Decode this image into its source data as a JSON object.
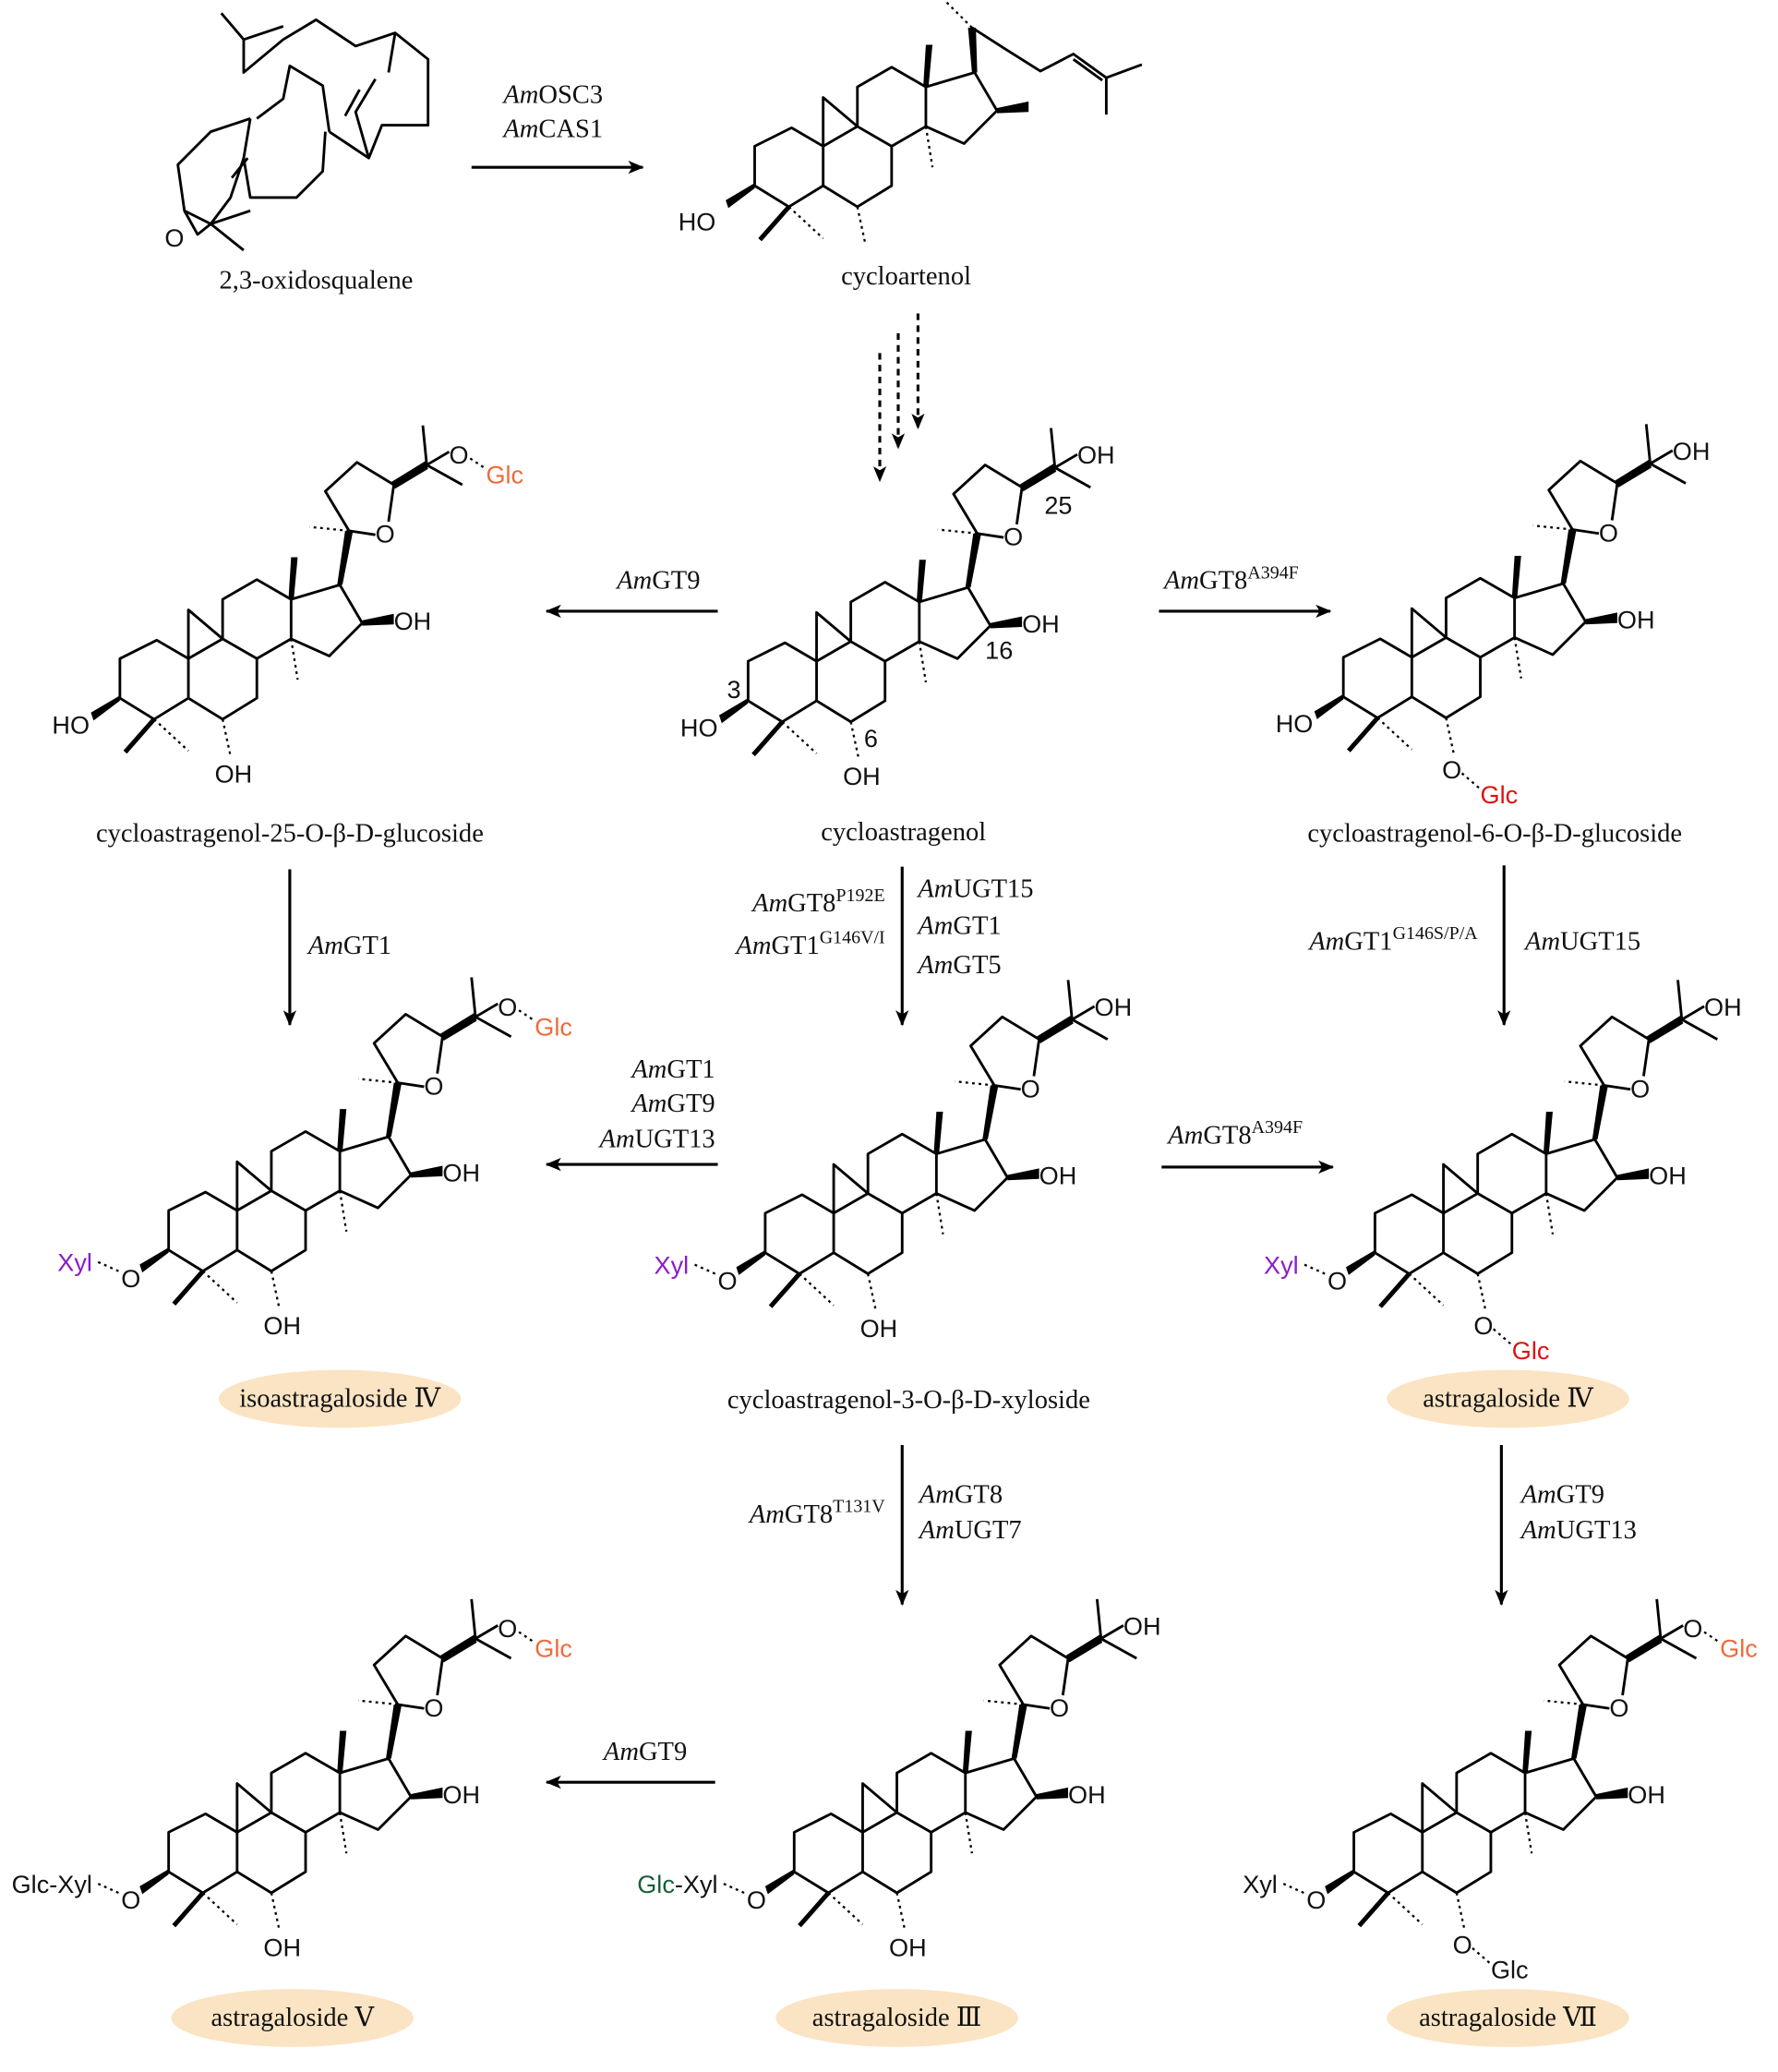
{
  "colors": {
    "glc_c25": "#f06a3a",
    "glc_c6": "#e01010",
    "xyl": "#8a1cc8",
    "glc_xyl_green": "#17603a",
    "highlight": "#fbe4c3",
    "black": "#111111"
  },
  "compounds": {
    "oxidosqualene": "2,3-oxidosqualene",
    "cycloartenol": "cycloartenol",
    "cag25": "cycloastragenol-25-O-β-D-glucoside",
    "cag": "cycloastragenol",
    "cag6": "cycloastragenol-6-O-β-D-glucoside",
    "isoast4": "isoastragaloside Ⅳ",
    "cag3x": "cycloastragenol-3-O-β-D-xyloside",
    "ast4": "astragaloside Ⅳ",
    "ast5": "astragaloside Ⅴ",
    "ast3": "astragaloside Ⅲ",
    "ast7": "astragaloside Ⅶ"
  },
  "enzymes": [
    {
      "id": "osc3",
      "prefix": "Am",
      "name": "OSC3",
      "sup": ""
    },
    {
      "id": "cas1",
      "prefix": "Am",
      "name": "CAS1",
      "sup": ""
    },
    {
      "id": "gt9-a",
      "prefix": "Am",
      "name": "GT9",
      "sup": ""
    },
    {
      "id": "gt8-a394f-a",
      "prefix": "Am",
      "name": "GT8",
      "sup": "A394F"
    },
    {
      "id": "gt8-p192e",
      "prefix": "Am",
      "name": "GT8",
      "sup": "P192E"
    },
    {
      "id": "gt1-g146vi",
      "prefix": "Am",
      "name": "GT1",
      "sup": "G146V/I"
    },
    {
      "id": "ugt15-a",
      "prefix": "Am",
      "name": "UGT15",
      "sup": ""
    },
    {
      "id": "gt1-a",
      "prefix": "Am",
      "name": "GT1",
      "sup": ""
    },
    {
      "id": "gt5",
      "prefix": "Am",
      "name": "GT5",
      "sup": ""
    },
    {
      "id": "gt1-b",
      "prefix": "Am",
      "name": "GT1",
      "sup": ""
    },
    {
      "id": "gt1-g146spa",
      "prefix": "Am",
      "name": "GT1",
      "sup": "G146S/P/A"
    },
    {
      "id": "ugt15-b",
      "prefix": "Am",
      "name": "UGT15",
      "sup": ""
    },
    {
      "id": "gt1-c",
      "prefix": "Am",
      "name": "GT1",
      "sup": ""
    },
    {
      "id": "gt9-b",
      "prefix": "Am",
      "name": "GT9",
      "sup": ""
    },
    {
      "id": "ugt13-a",
      "prefix": "Am",
      "name": "UGT13",
      "sup": ""
    },
    {
      "id": "gt8-a394f-b",
      "prefix": "Am",
      "name": "GT8",
      "sup": "A394F"
    },
    {
      "id": "gt8-t131v",
      "prefix": "Am",
      "name": "GT8",
      "sup": "T131V"
    },
    {
      "id": "gt8",
      "prefix": "Am",
      "name": "GT8",
      "sup": ""
    },
    {
      "id": "ugt7",
      "prefix": "Am",
      "name": "UGT7",
      "sup": ""
    },
    {
      "id": "gt9-c",
      "prefix": "Am",
      "name": "GT9",
      "sup": ""
    },
    {
      "id": "ugt13-b",
      "prefix": "Am",
      "name": "UGT13",
      "sup": ""
    },
    {
      "id": "gt9-d",
      "prefix": "Am",
      "name": "GT9",
      "sup": ""
    }
  ],
  "atoms": {
    "oh": "OH",
    "ho": "HO",
    "o": "O",
    "glc": "Glc",
    "xyl": "Xyl",
    "glc_xyl": "Glc-Xyl",
    "dash": "-"
  },
  "locants": {
    "c3": "3",
    "c6": "6",
    "c16": "16",
    "c25": "25"
  },
  "molecules": [
    {
      "id": "cag25",
      "c3": "oh",
      "c6": "oh",
      "c25": "glc",
      "c25color": "glc_c25"
    },
    {
      "id": "cag",
      "c3": "oh",
      "c6": "oh",
      "c25": "oh",
      "numbered": true
    },
    {
      "id": "cag6",
      "c3": "oh",
      "c6": "glc",
      "c6color": "glc_c6",
      "c25": "oh"
    },
    {
      "id": "isoast4",
      "c3": "xyl",
      "c3color": "xyl",
      "c6": "oh",
      "c25": "glc",
      "c25color": "glc_c25"
    },
    {
      "id": "cag3x",
      "c3": "xyl",
      "c3color": "xyl",
      "c6": "oh",
      "c25": "oh"
    },
    {
      "id": "ast4",
      "c3": "xyl",
      "c3color": "xyl",
      "c6": "glc",
      "c6color": "glc_c6",
      "c25": "oh"
    },
    {
      "id": "ast5",
      "c3": "glc_xyl",
      "c3color": "black",
      "c6": "oh",
      "c25": "glc",
      "c25color": "glc_c25"
    },
    {
      "id": "ast3",
      "c3": "glc_xyl",
      "c3color": "glc_xyl_green",
      "c6": "oh",
      "c25": "oh"
    },
    {
      "id": "ast7",
      "c3": "xyl",
      "c3color": "black",
      "c6": "glc",
      "c6color": "black",
      "c25": "glc",
      "c25color": "glc_c25"
    }
  ]
}
